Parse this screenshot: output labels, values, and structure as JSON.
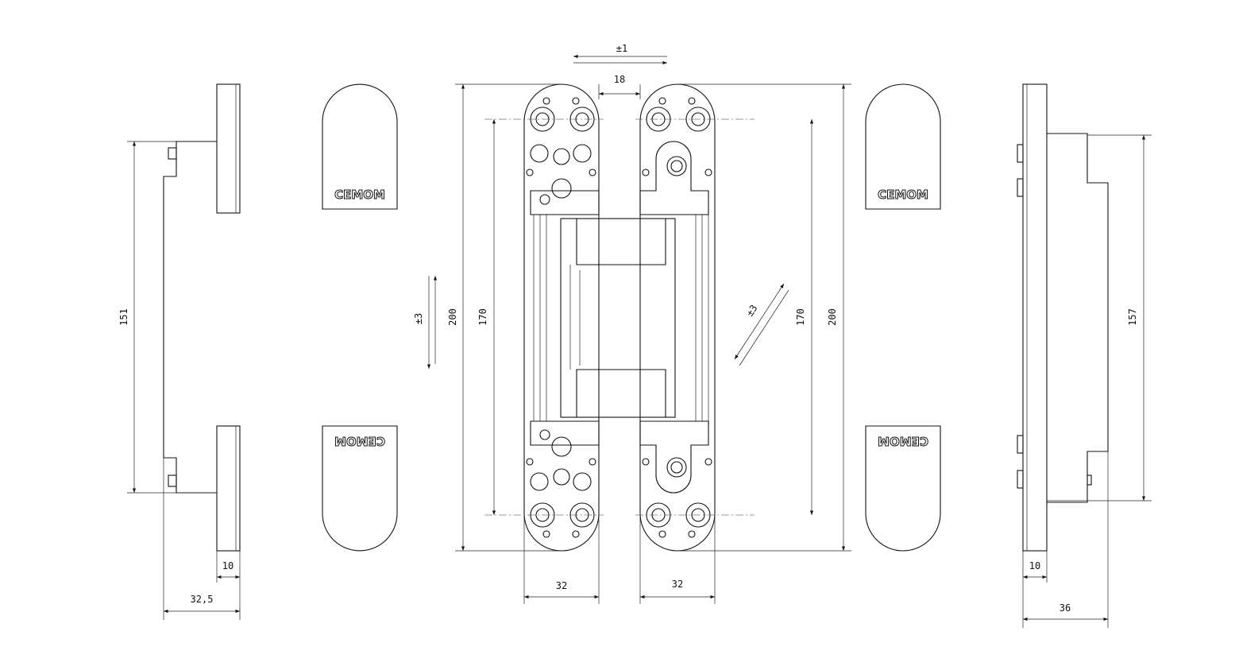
{
  "drawing": {
    "brand_logo": "CEMOM",
    "left_side_view": {
      "height_dim": "151",
      "plate_dim": "10",
      "depth_dim": "32,5"
    },
    "front_view": {
      "adjust_horizontal": "±1",
      "gap_dim": "18",
      "adjust_vertical": "±3",
      "adjust_depth": "±3",
      "overall_height_left": "200",
      "hole_spacing_left": "170",
      "hole_spacing_right": "170",
      "overall_height_right": "200",
      "leaf_width_left": "32",
      "leaf_width_right": "32"
    },
    "right_side_view": {
      "height_dim": "157",
      "plate_dim": "10",
      "depth_dim": "36"
    }
  }
}
